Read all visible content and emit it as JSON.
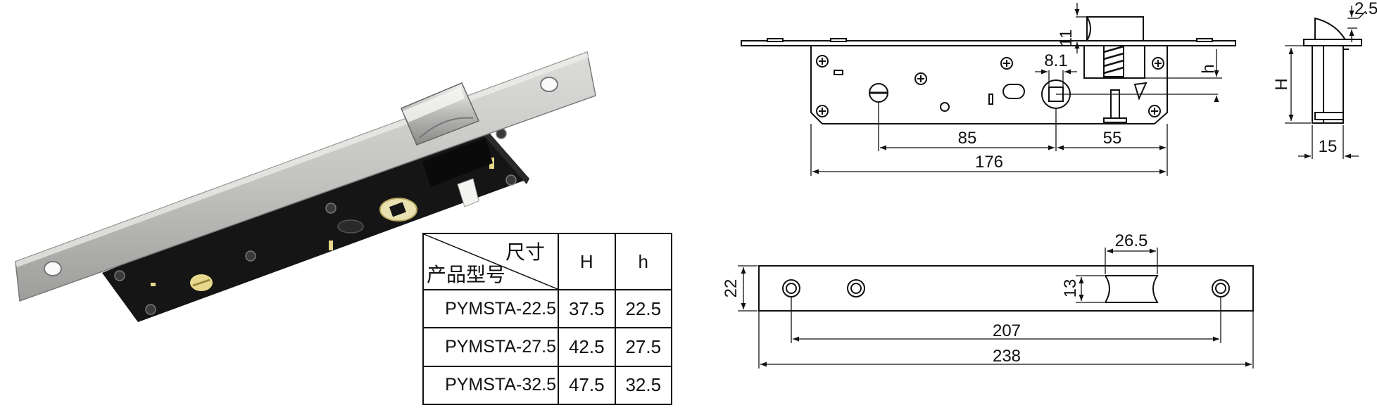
{
  "colors": {
    "ink": "#111111",
    "plate": "#c9c9c7",
    "plate_dark": "#8e8e8c",
    "case": "#151515",
    "brass": "#e8d88c"
  },
  "table": {
    "header_top": "尺寸",
    "header_bottom": "产品型号",
    "col_H": "H",
    "col_h": "h",
    "rows": [
      {
        "model": "PYMSTA-22.5",
        "H": "37.5",
        "h": "22.5"
      },
      {
        "model": "PYMSTA-27.5",
        "H": "42.5",
        "h": "27.5"
      },
      {
        "model": "PYMSTA-32.5",
        "H": "47.5",
        "h": "32.5"
      }
    ]
  },
  "dims": {
    "top_view": {
      "d11": "11",
      "d8_1": "8.1",
      "dh": "h",
      "d85": "85",
      "d55": "55",
      "d176": "176"
    },
    "side_view": {
      "d2_5": "2.5",
      "dH": "H",
      "d15": "15"
    },
    "faceplate": {
      "d26_5": "26.5",
      "d22": "22",
      "d13": "13",
      "d207": "207",
      "d238": "238"
    }
  }
}
